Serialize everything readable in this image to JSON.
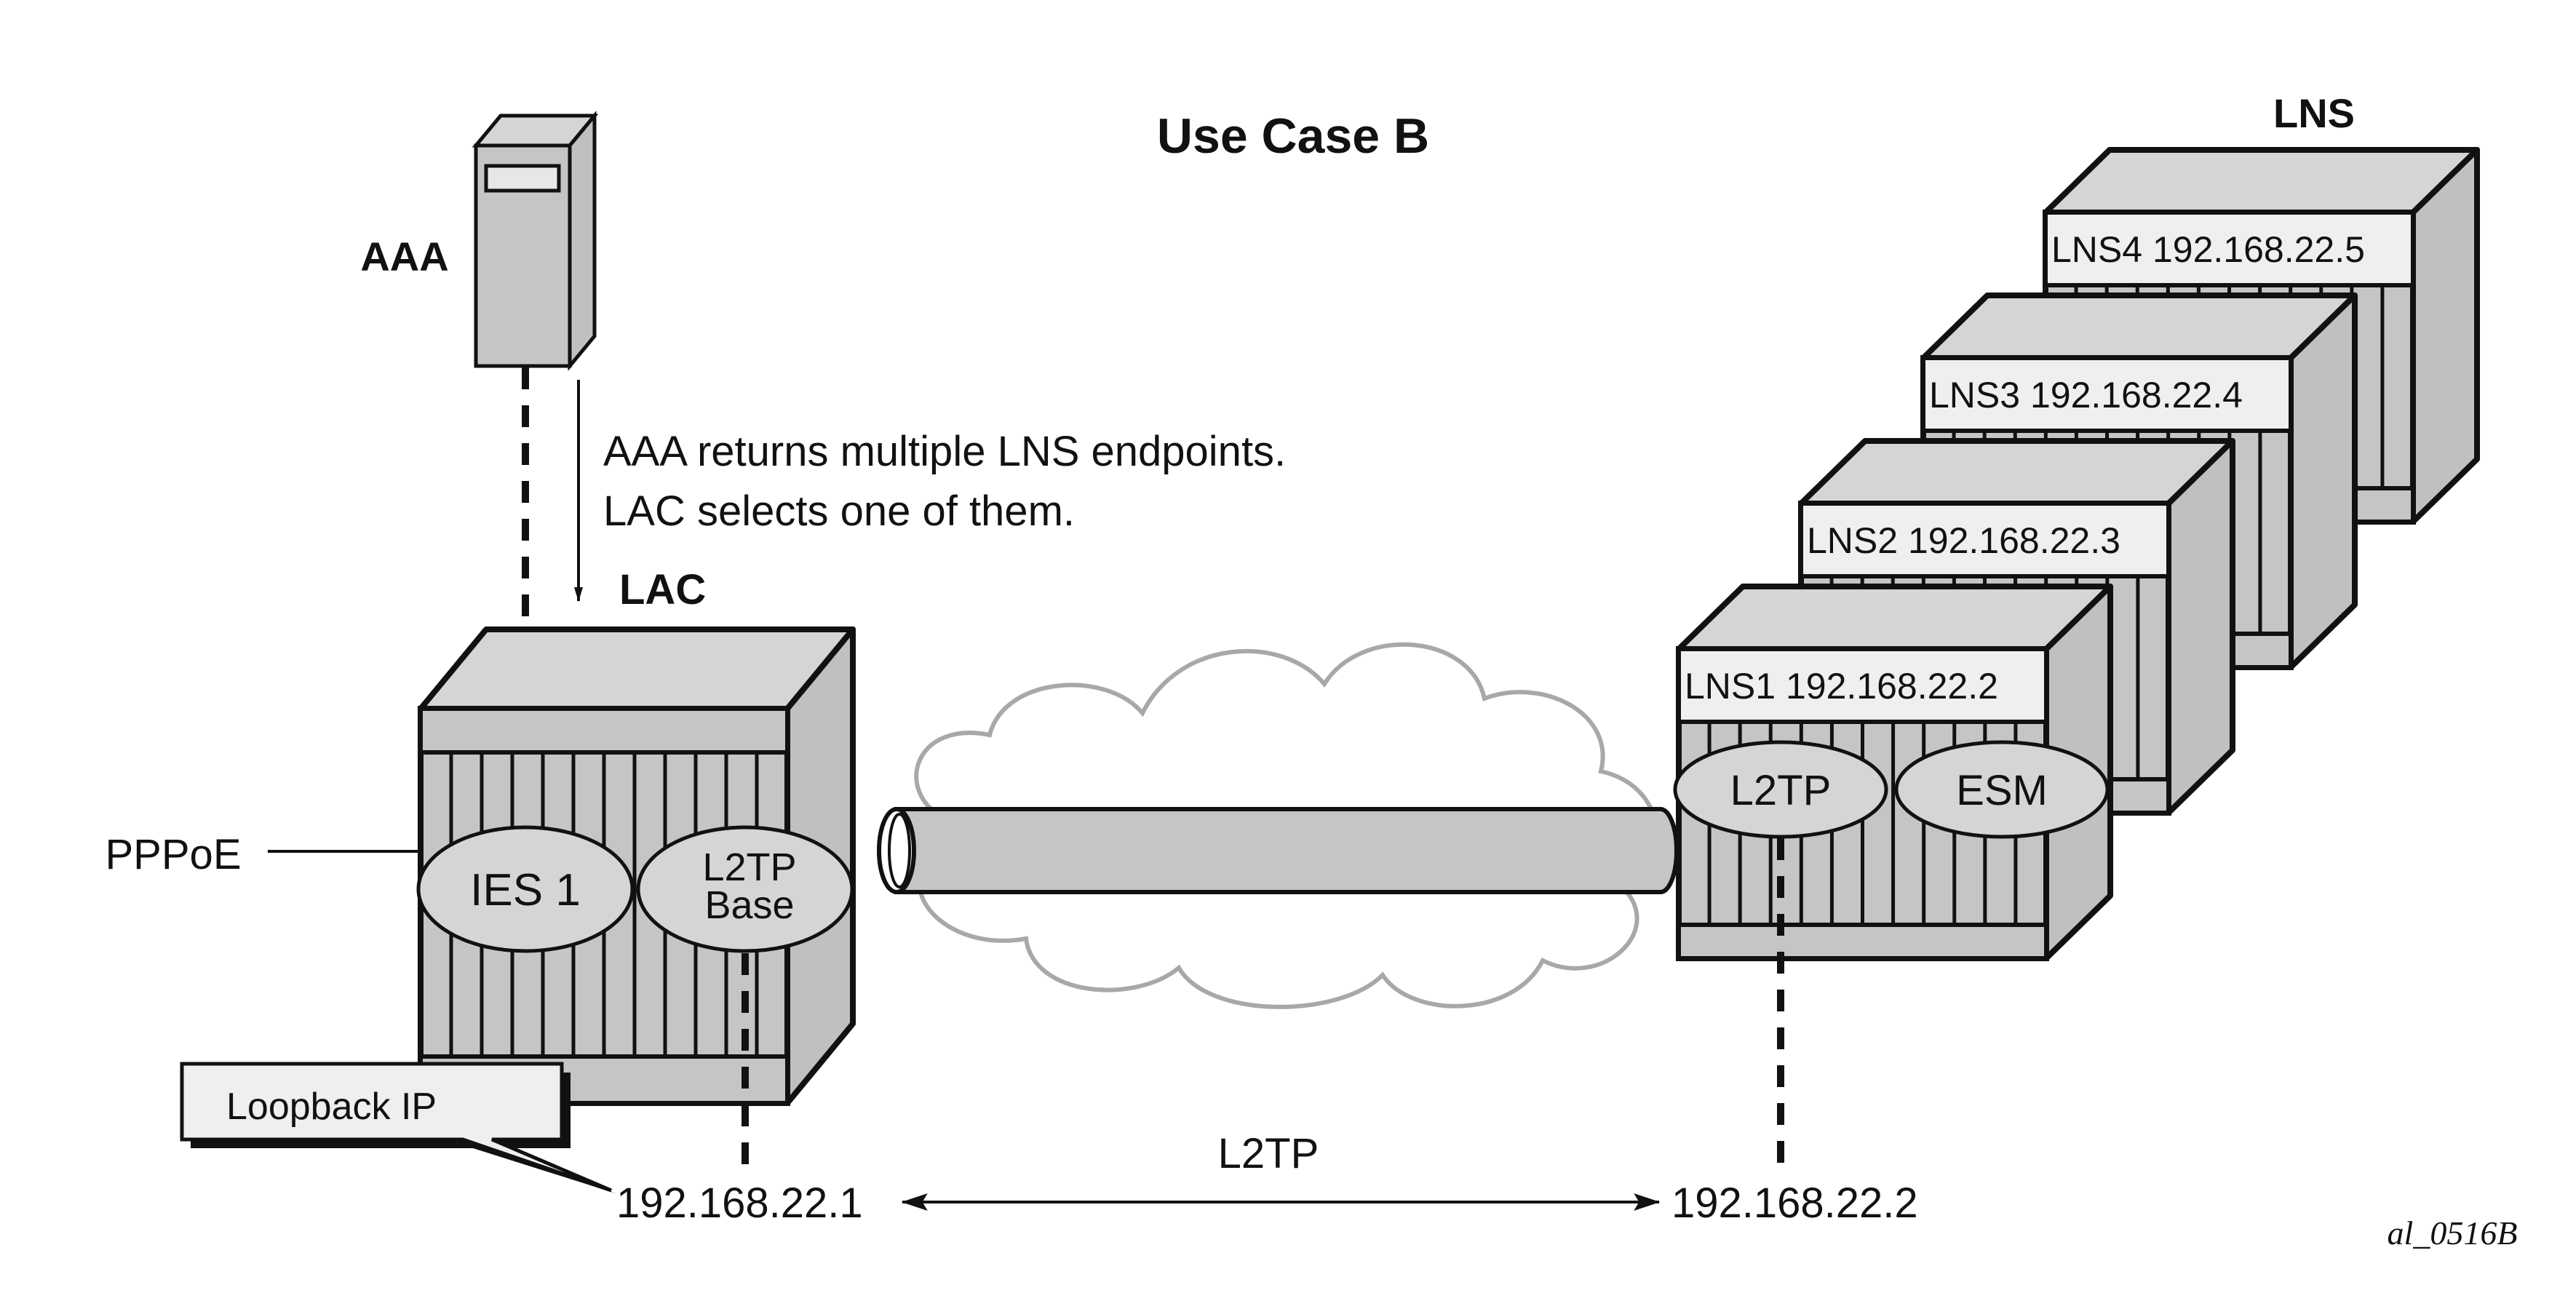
{
  "title": "Use Case B",
  "aaa": {
    "label": "AAA"
  },
  "annotation": {
    "line1": "AAA returns multiple LNS endpoints.",
    "line2": "LAC selects one of them."
  },
  "lac": {
    "label": "LAC",
    "services": [
      "IES 1",
      "L2TP",
      "Base"
    ]
  },
  "pppoe": {
    "label": "PPPoE"
  },
  "lns": {
    "group_label": "LNS",
    "nodes": [
      {
        "label": "LNS1 192.168.22.2",
        "services": [
          "L2TP",
          "ESM"
        ]
      },
      {
        "label": "LNS2 192.168.22.3"
      },
      {
        "label": "LNS3 192.168.22.4"
      },
      {
        "label": "LNS4 192.168.22.5"
      }
    ]
  },
  "callout": {
    "label": "Loopback IP"
  },
  "link": {
    "label": "L2TP",
    "left_ip": "192.168.22.1",
    "right_ip": "192.168.22.2"
  },
  "figure_id": "al_0516B",
  "colors": {
    "box_top": "#d3d5d7",
    "box_front": "#c4c5c7",
    "box_side": "#bfc0c2",
    "label_band": "#eeefef",
    "cloud_outline": "#a8a8a8"
  }
}
